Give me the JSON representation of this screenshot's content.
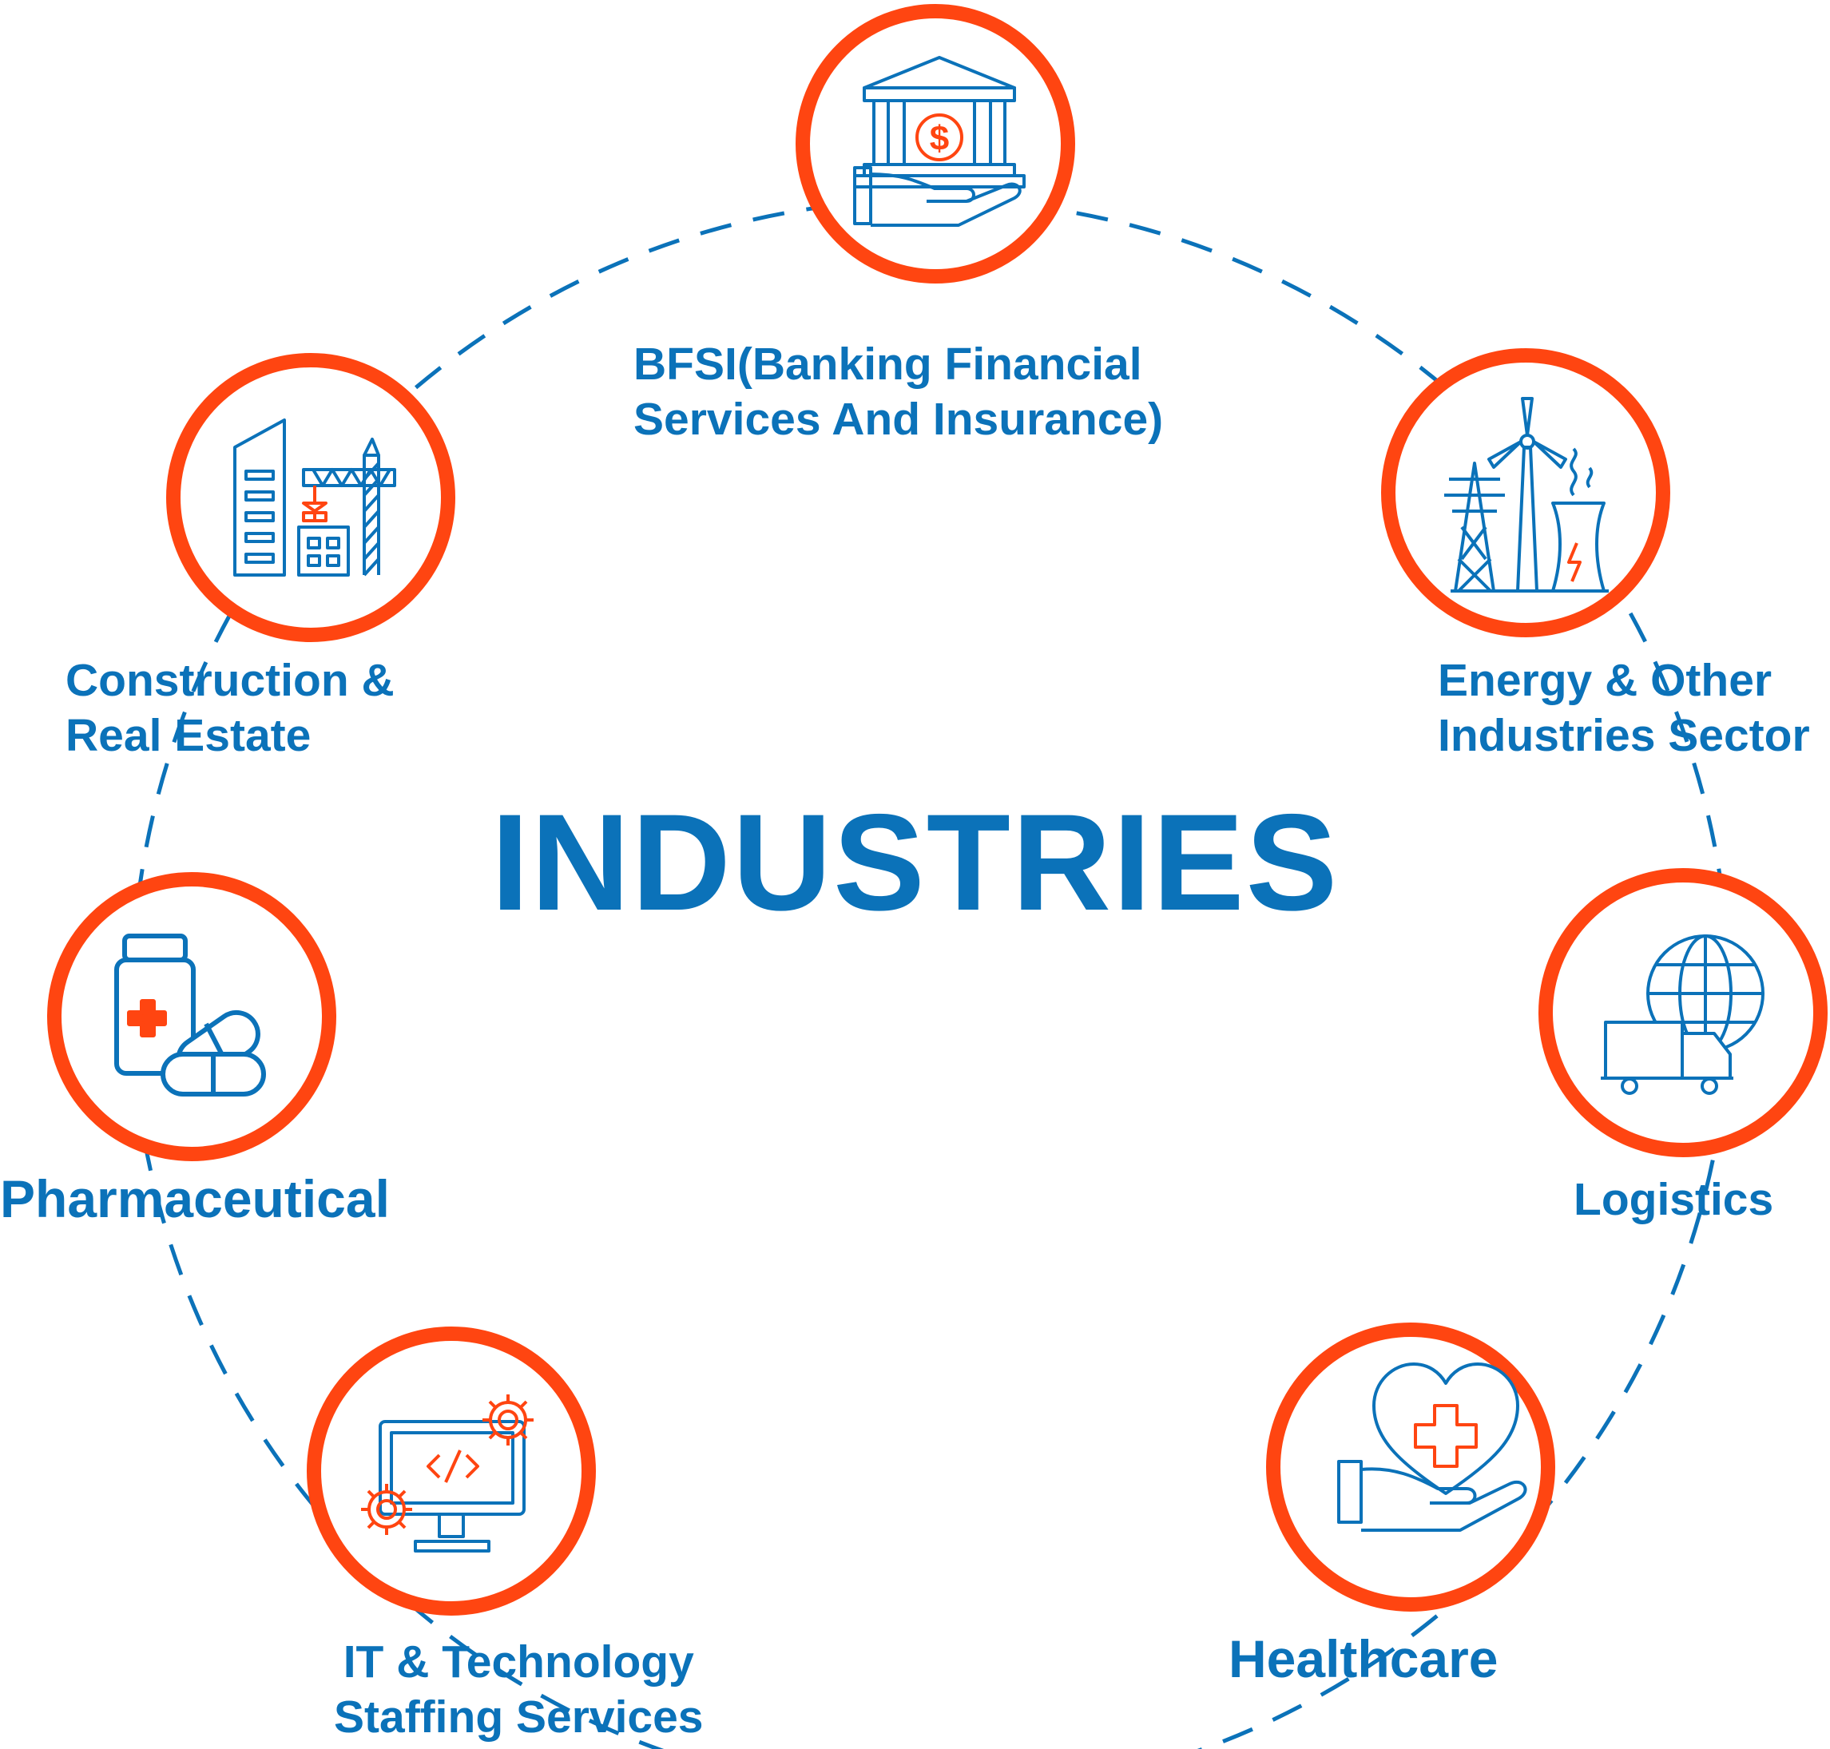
{
  "title": "INDUSTRIES",
  "colors": {
    "blue": "#0b72b9",
    "orange": "#ff4511"
  },
  "nodes": [
    {
      "id": "bfsi",
      "lines": [
        "BFSI(Banking Financial",
        "Services And Insurance)"
      ],
      "icon": "bank-hand-icon"
    },
    {
      "id": "energy",
      "lines": [
        "Energy & Other",
        "Industries Sector"
      ],
      "icon": "wind-turbine-power-icon"
    },
    {
      "id": "logistics",
      "lines": [
        "Logistics"
      ],
      "icon": "globe-truck-icon"
    },
    {
      "id": "healthcare",
      "lines": [
        "Healthcare"
      ],
      "icon": "heart-care-icon"
    },
    {
      "id": "it",
      "lines": [
        "IT & Technology",
        "Staffing Services"
      ],
      "icon": "monitor-code-gears-icon"
    },
    {
      "id": "pharma",
      "lines": [
        "Pharmaceutical"
      ],
      "icon": "medicine-pills-icon"
    },
    {
      "id": "construction",
      "lines": [
        "Construction &",
        "Real Estate"
      ],
      "icon": "buildings-crane-icon"
    }
  ]
}
